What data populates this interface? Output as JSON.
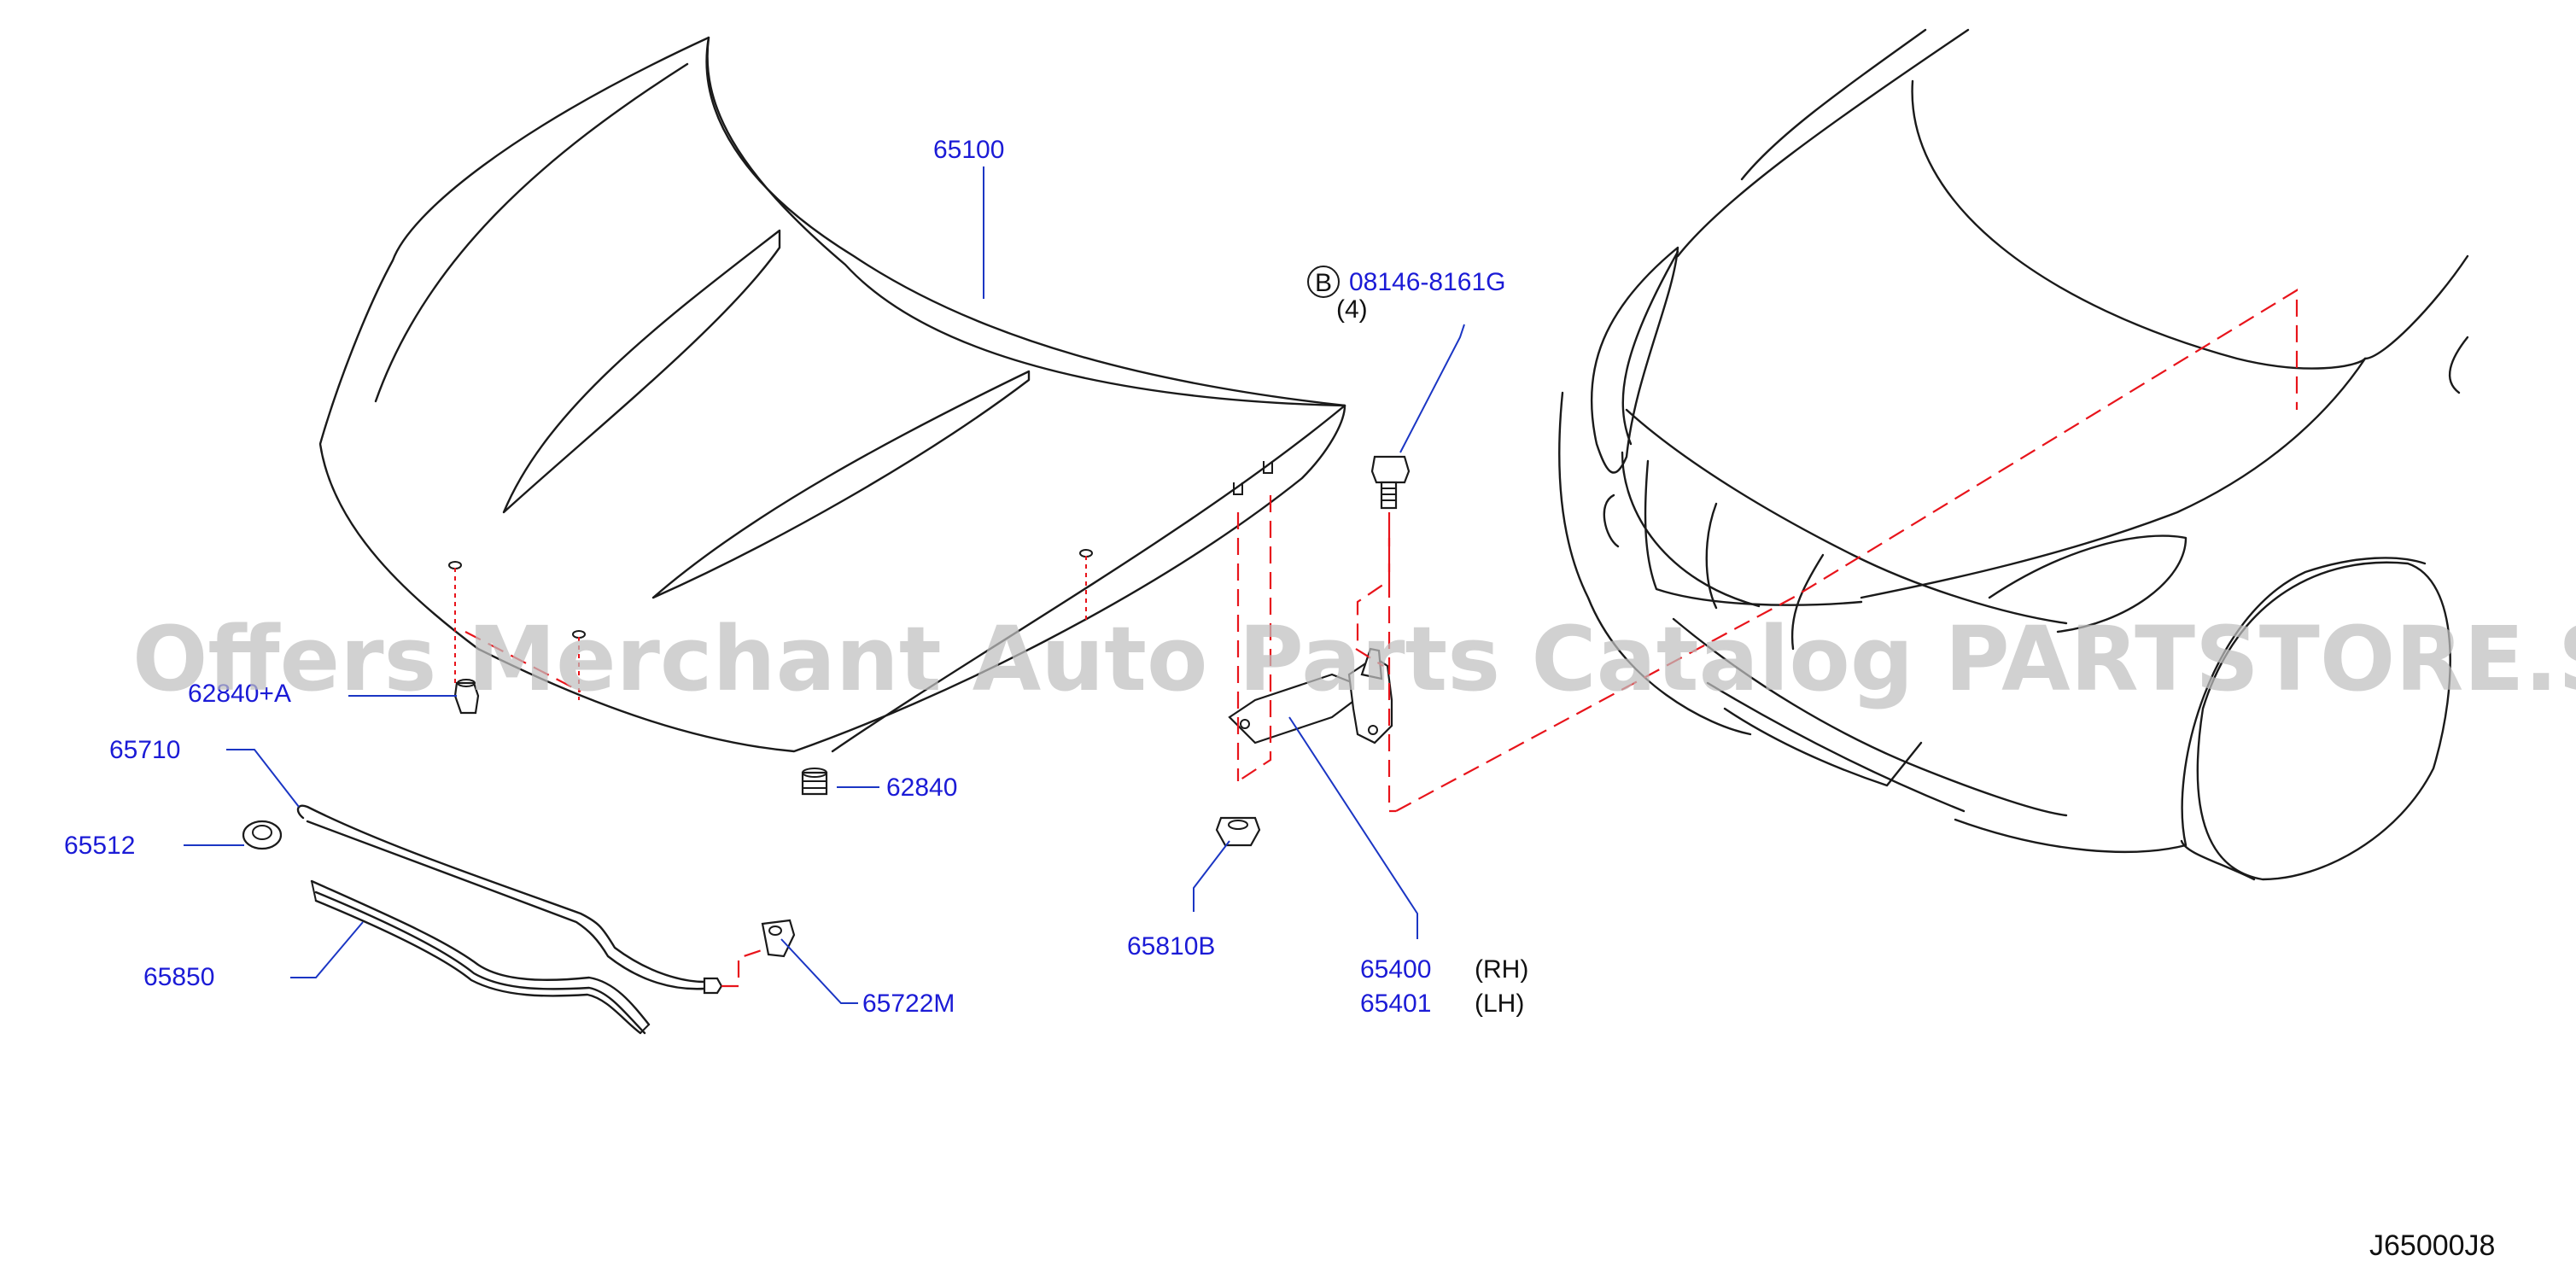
{
  "diagram": {
    "callouts": {
      "hood": "65100",
      "bolt": "08146-8161G",
      "bolt_qty": "(4)",
      "bolt_symbol": "B",
      "bumper_a": "62840+A",
      "bumper": "62840",
      "hood_rod": "65710",
      "rod_grommet": "65512",
      "seal": "65850",
      "rod_clip": "65722M",
      "hinge_nut": "65810B",
      "hinge_rh": "65400",
      "hinge_lh": "65401",
      "rh": "(RH)",
      "lh": "(LH)"
    },
    "watermark": "Offers Merchant Auto Parts Catalog PARTSTORE.SA",
    "diagram_code": "J65000J8",
    "colors": {
      "callout_text": "#1b1bd6",
      "leader_line": "#1b36c4",
      "phantom_line": "#e8141b",
      "outline": "#1a1a1a",
      "watermark": "#bfbfbf"
    }
  }
}
